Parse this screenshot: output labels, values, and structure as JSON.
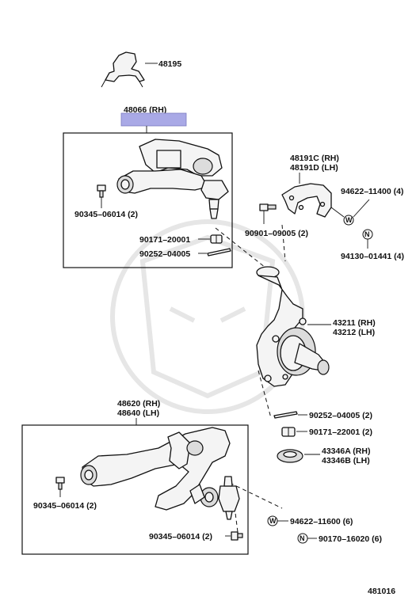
{
  "diagram": {
    "highlight_color": "#a9a9e6",
    "figure_number": "481016",
    "labels": {
      "p48195": "48195",
      "p48066": "48066 (RH)",
      "p48191c": "48191C (RH)",
      "p48191d": "48191D (LH)",
      "p94622_11400": "94622–11400 (4)",
      "p90345_top": "90345–06014 (2)",
      "p90901": "90901–09005 (2)",
      "p94130": "94130–01441 (4)",
      "p90171_20001": "90171–20001",
      "p90252_top": "90252–04005",
      "p43211": "43211 (RH)",
      "p43212": "43212 (LH)",
      "p48620": "48620 (RH)",
      "p48640": "48640 (LH)",
      "p90252_bot": "90252–04005 (2)",
      "p90171_22001": "90171–22001 (2)",
      "p43346a": "43346A (RH)",
      "p43346b": "43346B (LH)",
      "p90345_left": "90345–06014 (2)",
      "p94622_11600": "94622–11600 (6)",
      "p90345_bot": "90345–06014 (2)",
      "p90170": "90170–16020 (6)"
    },
    "symbols": {
      "washer_mark": "W",
      "nut_mark": "N"
    }
  }
}
